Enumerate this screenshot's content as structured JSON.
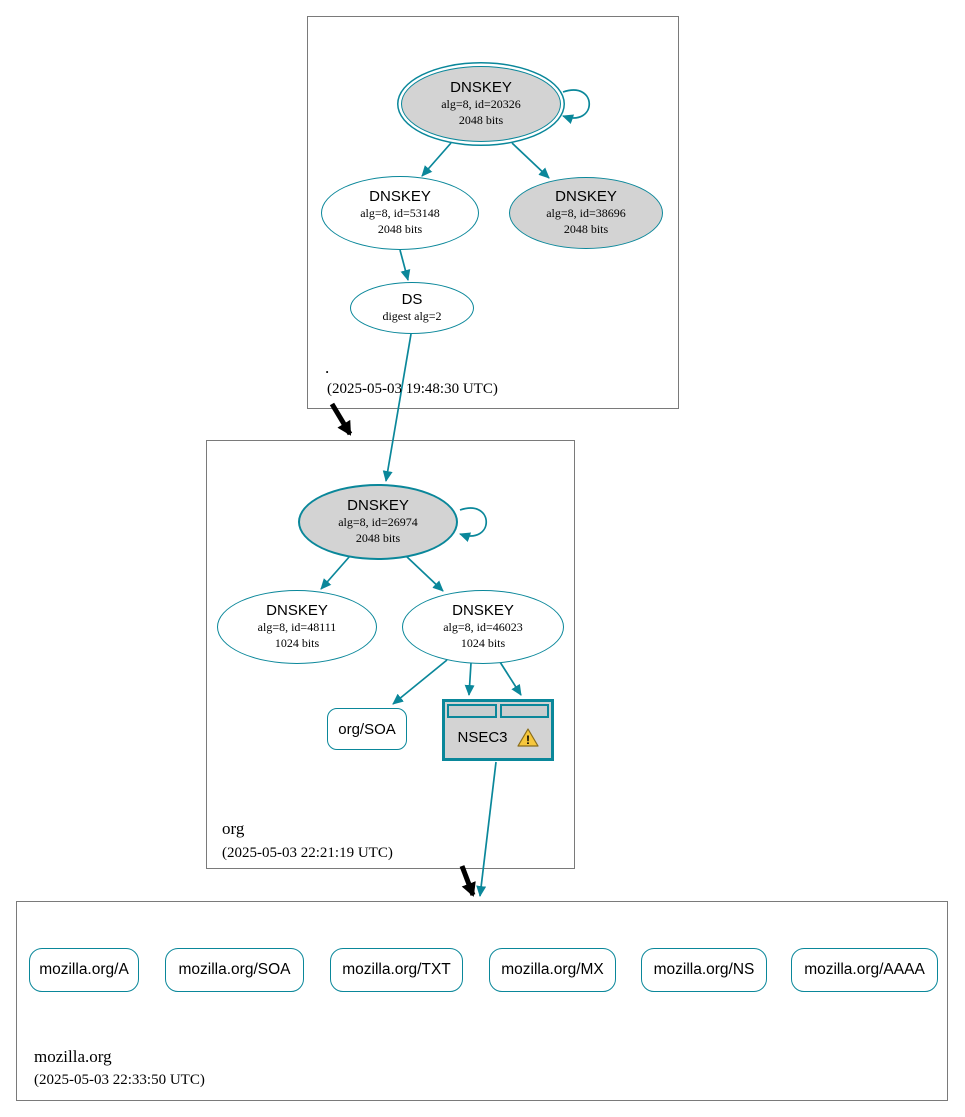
{
  "colors": {
    "secure_teal": "#0a879a",
    "node_fill_gray": "#d3d3d3",
    "warning_yellow": "#f6c73c",
    "delegation_black": "#000000"
  },
  "zones": {
    "root": {
      "label": ".",
      "timestamp": "(2025-05-03 19:48:30 UTC)",
      "nodes": {
        "ksk": {
          "title": "DNSKEY",
          "alg": "alg=8, id=20326",
          "bits": "2048 bits"
        },
        "zsk": {
          "title": "DNSKEY",
          "alg": "alg=8, id=53148",
          "bits": "2048 bits"
        },
        "key38696": {
          "title": "DNSKEY",
          "alg": "alg=8, id=38696",
          "bits": "2048 bits"
        },
        "ds": {
          "title": "DS",
          "digest": "digest alg=2"
        }
      }
    },
    "org": {
      "label": "org",
      "timestamp": "(2025-05-03 22:21:19 UTC)",
      "nodes": {
        "ksk": {
          "title": "DNSKEY",
          "alg": "alg=8, id=26974",
          "bits": "2048 bits"
        },
        "zsk1": {
          "title": "DNSKEY",
          "alg": "alg=8, id=48111",
          "bits": "1024 bits"
        },
        "zsk2": {
          "title": "DNSKEY",
          "alg": "alg=8, id=46023",
          "bits": "1024 bits"
        },
        "soa": {
          "label": "org/SOA"
        },
        "nsec3": {
          "label": "NSEC3",
          "icon": "warning-icon",
          "warning_mark": "!"
        }
      }
    },
    "mozilla": {
      "label": "mozilla.org",
      "timestamp": "(2025-05-03 22:33:50 UTC)",
      "rrsets": [
        "mozilla.org/A",
        "mozilla.org/SOA",
        "mozilla.org/TXT",
        "mozilla.org/MX",
        "mozilla.org/NS",
        "mozilla.org/AAAA"
      ]
    }
  }
}
